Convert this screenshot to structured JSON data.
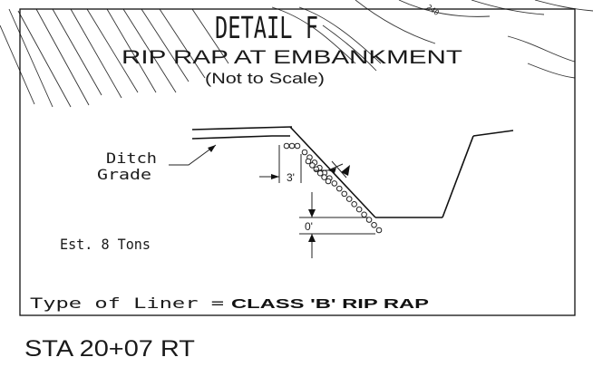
{
  "detail": {
    "title": "DETAIL F",
    "subtitle": "RIP RAP AT EMBANKMENT",
    "scale_note": "(Not to Scale)"
  },
  "labels": {
    "ditch_grade_line1": "Ditch",
    "ditch_grade_line2": "Grade",
    "dim_width": "3'",
    "dim_depth": "0'",
    "estimate": "Est. 8 Tons",
    "liner_prefix": "Type of Liner =",
    "liner_value": "CLASS 'B' RIP RAP",
    "contour_value": "240"
  },
  "station": "STA 20+07 RT"
}
